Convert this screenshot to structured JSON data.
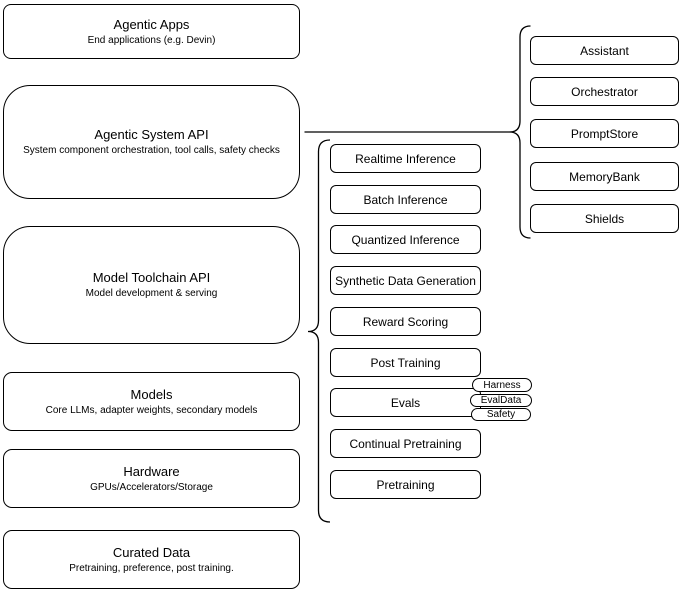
{
  "colors": {
    "background": "#ffffff",
    "shape_fill": "#ffffff",
    "shape_stroke": "#000000",
    "text": "#000000"
  },
  "stack": {
    "boxes": [
      {
        "title": "Agentic Apps",
        "subtitle": "End applications (e.g. Devin)"
      },
      {
        "title": "Agentic System API",
        "subtitle": "System component orchestration, tool calls, safety checks"
      },
      {
        "title": "Model Toolchain API",
        "subtitle": "Model development & serving"
      },
      {
        "title": "Models",
        "subtitle": "Core LLMs, adapter weights, secondary models"
      },
      {
        "title": "Hardware",
        "subtitle": "GPUs/Accelerators/Storage"
      },
      {
        "title": "Curated Data",
        "subtitle": "Pretraining, preference, post training."
      }
    ]
  },
  "toolchain": {
    "items": [
      "Realtime Inference",
      "Batch Inference",
      "Quantized Inference",
      "Synthetic Data Generation",
      "Reward Scoring",
      "Post Training",
      "Evals",
      "Continual Pretraining",
      "Pretraining"
    ]
  },
  "eval_tags": {
    "items": [
      "Harness",
      "EvalData",
      "Safety"
    ]
  },
  "system_components": {
    "items": [
      "Assistant",
      "Orchestrator",
      "PromptStore",
      "MemoryBank",
      "Shields"
    ]
  }
}
